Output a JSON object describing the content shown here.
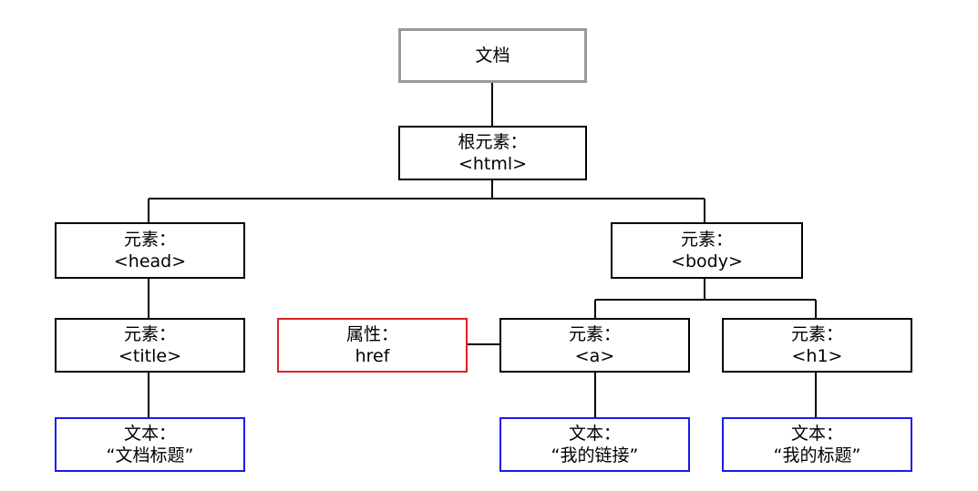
{
  "colors": {
    "document_border": "#999999",
    "element_border": "#000000",
    "attribute_border": "#e02020",
    "text_border": "#1a1aee",
    "connector": "#000000"
  },
  "nodes": {
    "document": {
      "line1": "文档"
    },
    "root": {
      "line1": "根元素：",
      "line2": "<html>"
    },
    "head": {
      "line1": "元素：",
      "line2": "<head>"
    },
    "body": {
      "line1": "元素：",
      "line2": "<body>"
    },
    "title": {
      "line1": "元素：",
      "line2": "<title>"
    },
    "attr_href": {
      "line1": "属性：",
      "line2": "href"
    },
    "a": {
      "line1": "元素：",
      "line2": "<a>"
    },
    "h1": {
      "line1": "元素：",
      "line2": "<h1>"
    },
    "text_title": {
      "line1": "文本：",
      "line2": "“文档标题”"
    },
    "text_link": {
      "line1": "文本：",
      "line2": "“我的链接”"
    },
    "text_h1": {
      "line1": "文本：",
      "line2": "“我的标题”"
    }
  }
}
